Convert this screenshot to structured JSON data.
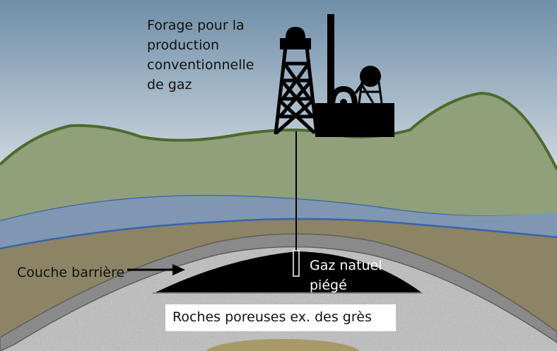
{
  "labels": {
    "forage": [
      "Forage pour la",
      "production",
      "conventionnelle",
      "de gaz"
    ],
    "gaz": [
      "Gaz natuel",
      "piégé"
    ],
    "couche": "Couche barrière",
    "roches": "Roches poreuses ex. des grès"
  },
  "colors": {
    "sky_top": "#6f8ea8",
    "sky_bottom": "#e6eaed",
    "hills": "#8fa07b",
    "hills_outline": "#4e6a2a",
    "aquifer": "#7f97b2",
    "aquifer_outline": "#3a63a8",
    "soil": "#8d8465",
    "barrier": "#8a8a8a",
    "gas": "#000000",
    "rock": "#b9b9b9",
    "core": "#a79a68",
    "rig": "#000000"
  }
}
